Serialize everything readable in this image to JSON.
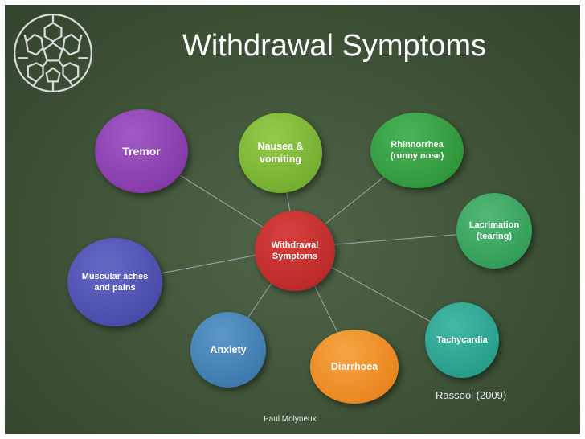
{
  "slide": {
    "title": "Withdrawal Symptoms",
    "center": {
      "label": "Withdrawal Symptoms",
      "color": "#c42b2b"
    },
    "nodes": [
      {
        "id": "tremor",
        "label": "Tremor",
        "color": "#8a3bb0"
      },
      {
        "id": "nausea",
        "label": "Nausea & vomiting",
        "color": "#7ab532"
      },
      {
        "id": "rhinnorrhea",
        "label": "Rhinnorrhea (runny nose)",
        "color": "#2f9a3b"
      },
      {
        "id": "lacrimation",
        "label": "Lacrimation (tearing)",
        "color": "#33a25a"
      },
      {
        "id": "tachycardia",
        "label": "Tachycardia",
        "color": "#2aa28f"
      },
      {
        "id": "diarrhoea",
        "label": "Diarrhoea",
        "color": "#f28a1e"
      },
      {
        "id": "anxiety",
        "label": "Anxiety",
        "color": "#3f7fb5"
      },
      {
        "id": "muscular",
        "label": "Muscular aches and pains",
        "color": "#4b4fb0"
      }
    ],
    "citation": "Rassool (2009)",
    "footer": "Paul Molyneux",
    "logo_icon": "geodesic-sphere-icon"
  }
}
